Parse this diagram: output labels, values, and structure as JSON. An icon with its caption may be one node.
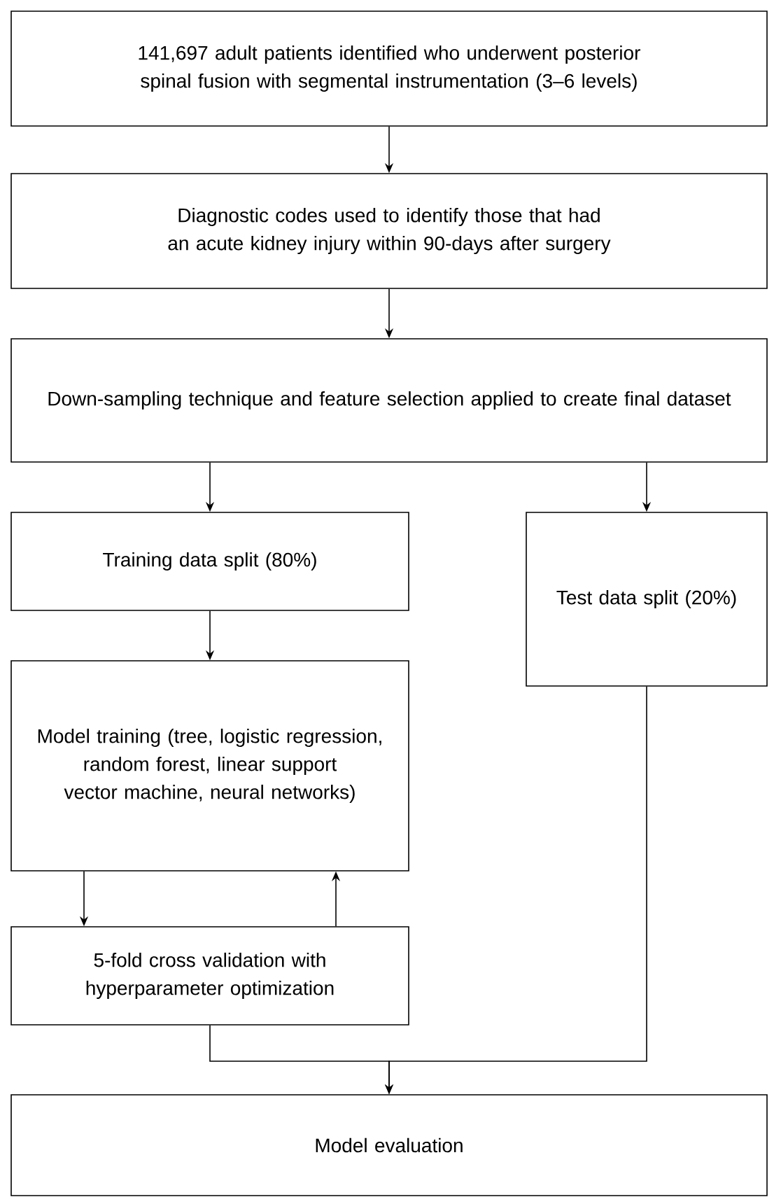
{
  "diagram": {
    "nodes": [
      {
        "text": [
          "141,697 adult patients identified who underwent posterior spinal fusion with segmental instrumentation (3–6 levels)"
        ]
      },
      {
        "text": [
          "Diagnostic codes used to identify those that had an acute kidney injury within 90-days after surgery"
        ]
      },
      {
        "text": [
          "Down-sampling technique and feature selection applied to create final dataset"
        ]
      },
      {
        "text": [
          "Training data split (80%)"
        ]
      },
      {
        "text": [
          "Test data split (20%)"
        ]
      },
      {
        "text": [
          "Model training (tree, logistic regression, random forest, linear support vector machine, neural networks)"
        ]
      },
      {
        "text": [
          "5-fold cross validation with hyperparameter optimization"
        ]
      },
      {
        "text": [
          "Model evaluation"
        ]
      }
    ],
    "edges": [
      {
        "from": 0,
        "to": 1,
        "arrow": "to"
      },
      {
        "from": 1,
        "to": 2,
        "arrow": "to"
      },
      {
        "from": 2,
        "to": 3,
        "arrow": "to"
      },
      {
        "from": 2,
        "to": 4,
        "arrow": "to"
      },
      {
        "from": 3,
        "to": 5,
        "arrow": "to"
      },
      {
        "from": 5,
        "to": 6,
        "arrow": "to"
      },
      {
        "from": 6,
        "to": 5,
        "arrow": "to"
      },
      {
        "from": 6,
        "to": 7,
        "arrow": "to"
      },
      {
        "from": 4,
        "to": 7,
        "arrow": "to"
      }
    ]
  }
}
